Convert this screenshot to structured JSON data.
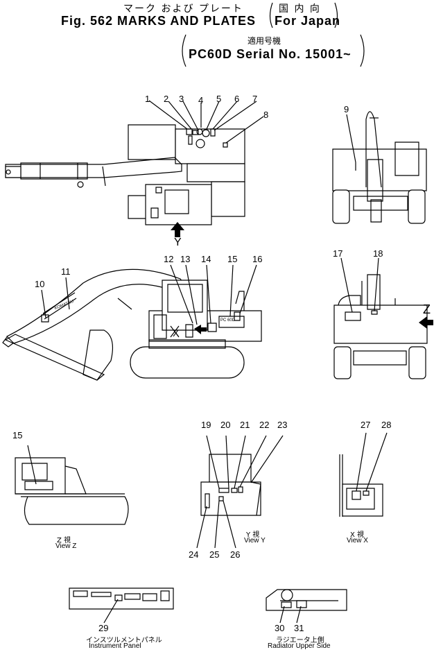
{
  "header": {
    "title_jp": "マーク および プレート",
    "title_jp_paren": "国 内 向",
    "title_en": "Fig. 562 MARKS AND PLATES",
    "title_en_paren": "For Japan",
    "applicable_jp": "適用号機",
    "serial": "PC60D Serial No. 15001~"
  },
  "callouts": [
    "1",
    "2",
    "3",
    "4",
    "5",
    "6",
    "7",
    "8",
    "9",
    "10",
    "11",
    "12",
    "13",
    "14",
    "15",
    "16",
    "17",
    "18",
    "19",
    "20",
    "21",
    "22",
    "23",
    "24",
    "25",
    "26",
    "27",
    "28",
    "29",
    "30",
    "31"
  ],
  "callout_15_view_z": "15",
  "view_arrows": {
    "y": "Y",
    "z": "Z",
    "x": "X"
  },
  "captions": {
    "view_z_jp": "Z 視",
    "view_z_en": "View Z",
    "view_y_jp": "Y 視",
    "view_y_en": "View Y",
    "view_x_jp": "X 視",
    "view_x_en": "View X",
    "instrument_jp": "インスツルメントパネル",
    "instrument_en": "Instrument Panel",
    "radiator_jp": "ラジエータ上側",
    "radiator_en": "Radiator Upper Side"
  },
  "plate_texts": {
    "boom_brand": "KOMATSU",
    "model_plate": "PC 60D"
  }
}
